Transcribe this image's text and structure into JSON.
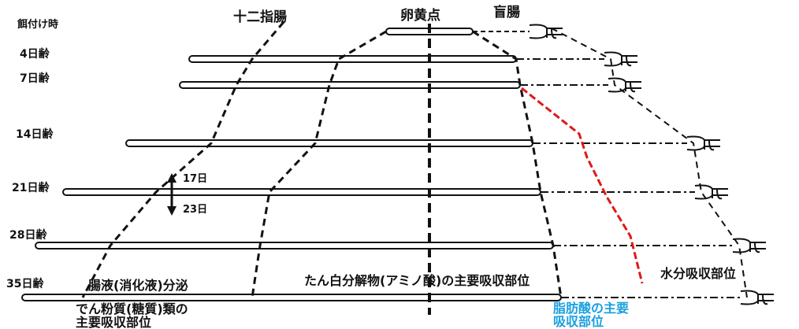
{
  "header": {
    "feeding_time": "餌付け時",
    "duodenum": "十二指腸",
    "yolk_point": "卵黄点",
    "cecum": "盲腸"
  },
  "ages": [
    {
      "label": "4日齢"
    },
    {
      "label": "7日齢"
    },
    {
      "label": "14日齢"
    },
    {
      "label": "21日齢"
    },
    {
      "label": "28日齢"
    },
    {
      "label": "35日齢"
    }
  ],
  "shift_markers": {
    "upper": "17日",
    "lower": "23日"
  },
  "annotations": {
    "intestinal_juice": "腸液(消化液)分泌",
    "protein_region": "たん白分解物(アミノ酸)の主要吸収部位",
    "water_region": "水分吸収部位",
    "starch_region_line1": "でん粉質(糖質)類の",
    "starch_region_line2": "主要吸収部位",
    "fat_region_line1": "脂肪酸の主要",
    "fat_region_line2": "吸収部位"
  },
  "colors": {
    "ink": "#111111",
    "fat_line": "#e01818",
    "fat_text": "#1aa0e0"
  },
  "icons": {
    "cecum": "cecum-icon"
  }
}
